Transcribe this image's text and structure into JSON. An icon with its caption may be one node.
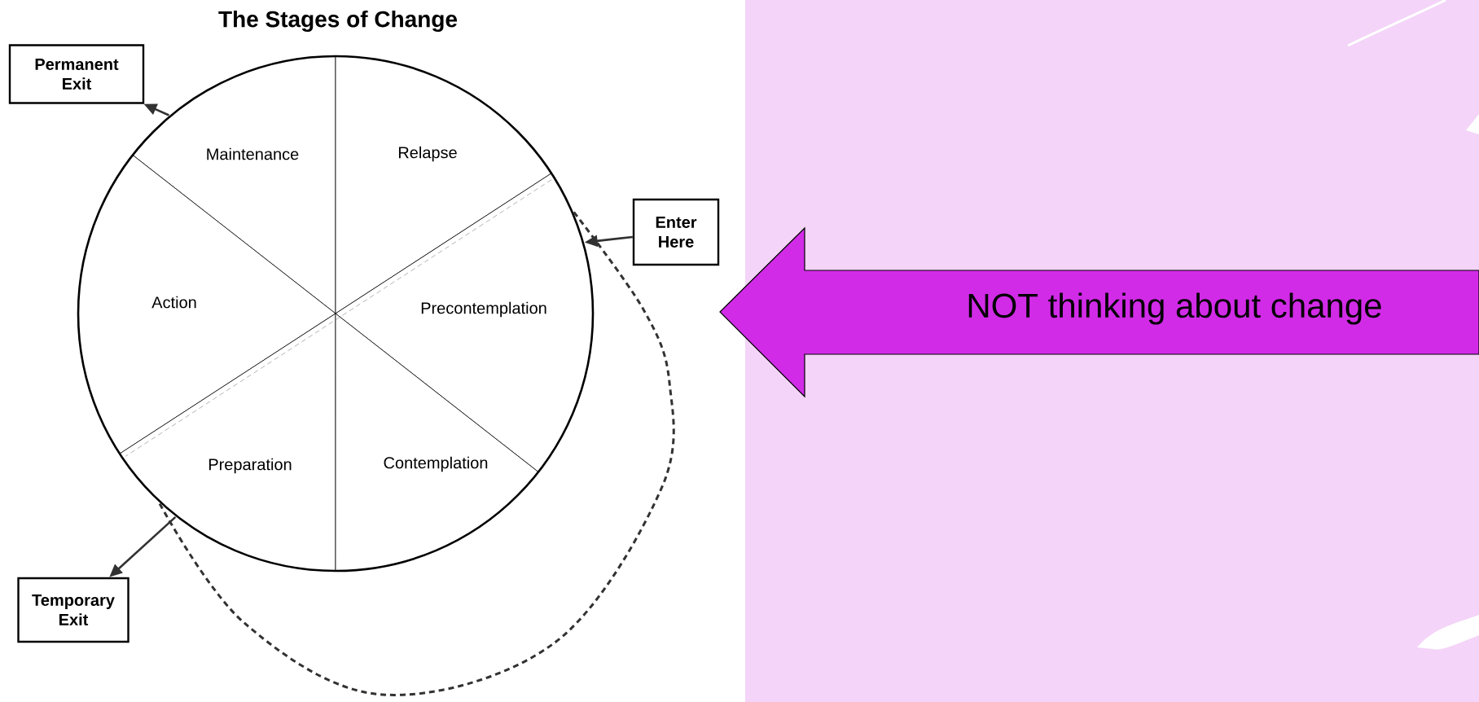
{
  "diagram": {
    "title": "The Stages of Change",
    "nodes": [
      {
        "text": [
          "Permanent Exit"
        ]
      },
      {
        "text": [
          "Maintenance"
        ]
      },
      {
        "text": [
          "Relapse"
        ]
      },
      {
        "text": [
          "Enter Here"
        ]
      },
      {
        "text": [
          "Action"
        ]
      },
      {
        "text": [
          "Precontemplation"
        ]
      },
      {
        "text": [
          "Preparation"
        ]
      },
      {
        "text": [
          "Contemplation"
        ]
      },
      {
        "text": [
          "Temporary Exit"
        ]
      },
      {
        "text": [
          "NOT thinking about change"
        ]
      }
    ],
    "edges": [
      {
        "from": 1,
        "to": 0,
        "arrow": "to"
      },
      {
        "from": 3,
        "to": 5,
        "arrow": "to"
      },
      {
        "from": 6,
        "to": 8,
        "arrow": "to"
      },
      {
        "from": 6,
        "to": 5,
        "arrow": "none",
        "style": "dashed"
      }
    ]
  }
}
